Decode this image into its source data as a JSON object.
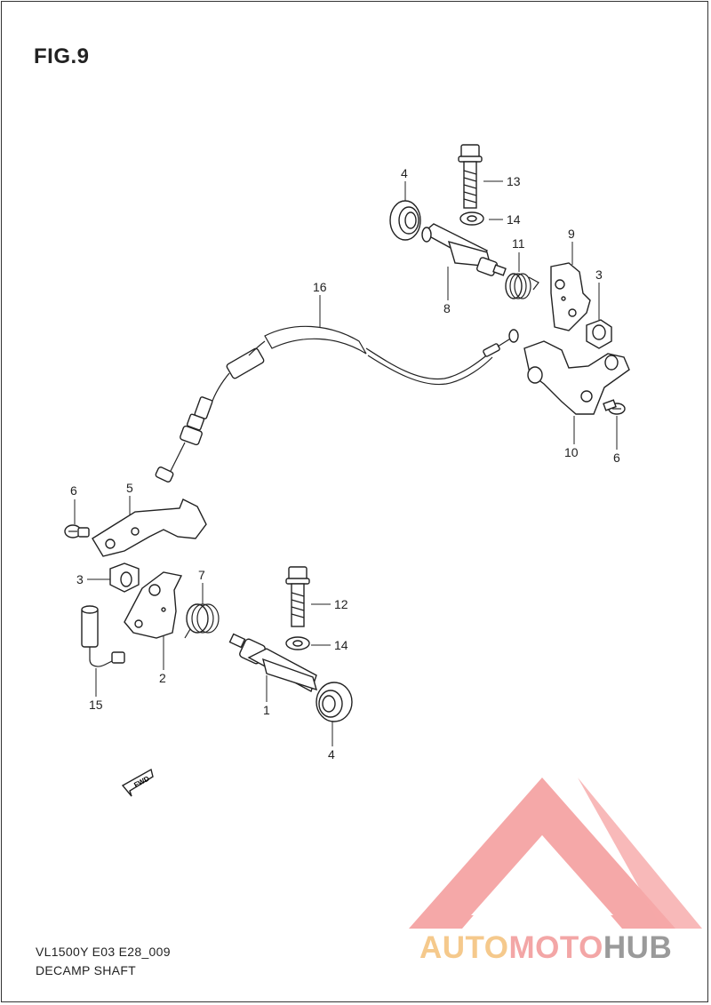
{
  "figure": {
    "title": "FIG.9"
  },
  "footer": {
    "model_code": "VL1500Y E03 E28_009",
    "section_name": "DECAMP SHAFT"
  },
  "fwd_label": "FWD",
  "watermark": {
    "text_part1": "AUTO",
    "text_part2": "MOTO",
    "text_part3": "HUB",
    "colors": {
      "auto": "#f5c98c",
      "moto": "#f3a6a6",
      "hub": "#9a9a9a",
      "logo": "#f28b8b"
    }
  },
  "callouts": {
    "c1": "1",
    "c2": "2",
    "c3a": "3",
    "c3b": "3",
    "c4a": "4",
    "c4b": "4",
    "c5": "5",
    "c6a": "6",
    "c6b": "6",
    "c7": "7",
    "c8": "8",
    "c9": "9",
    "c10": "10",
    "c11": "11",
    "c12": "12",
    "c13": "13",
    "c14a": "14",
    "c14b": "14",
    "c15": "15",
    "c16": "16"
  }
}
